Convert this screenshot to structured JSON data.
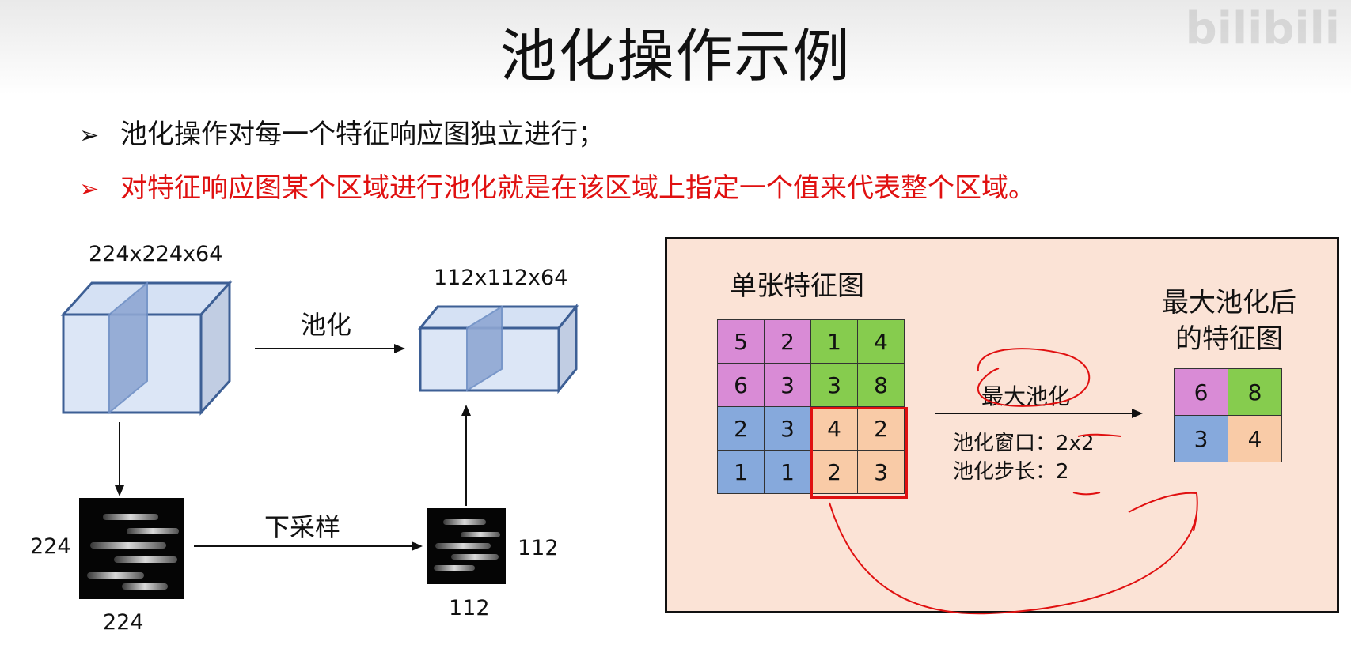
{
  "title": "池化操作示例",
  "watermark": "bilibili",
  "bullets": [
    {
      "mark": "➢",
      "text": "池化操作对每一个特征响应图独立进行；",
      "color": "#111111"
    },
    {
      "mark": "➢",
      "text": "对特征响应图某个区域进行池化就是在该区域上指定一个值来代表整个区域。",
      "color": "#e01010"
    }
  ],
  "left_diagram": {
    "input_volume_label": "224x224x64",
    "output_volume_label": "112x112x64",
    "pool_label": "池化",
    "downsample_label": "下采样",
    "input_image_height": "224",
    "input_image_width": "224",
    "output_image_height": "112",
    "output_image_width": "112"
  },
  "right_panel": {
    "input_title": "单张特征图",
    "output_title_line1": "最大池化后",
    "output_title_line2": "的特征图",
    "op_label": "最大池化",
    "window_label": "池化窗口：",
    "window_value": "2x2",
    "stride_label": "池化步长：",
    "stride_value": "2",
    "input_grid": [
      [
        "5",
        "2",
        "1",
        "4"
      ],
      [
        "6",
        "3",
        "3",
        "8"
      ],
      [
        "2",
        "3",
        "4",
        "2"
      ],
      [
        "1",
        "1",
        "2",
        "3"
      ]
    ],
    "output_grid": [
      [
        "6",
        "8"
      ],
      [
        "3",
        "4"
      ]
    ],
    "quadrant_colors": {
      "top_left": "#d98bd6",
      "top_right": "#86cc4e",
      "bottom_left": "#86a9dc",
      "bottom_right": "#f9cba7"
    },
    "highlight_color": "#e01010"
  }
}
